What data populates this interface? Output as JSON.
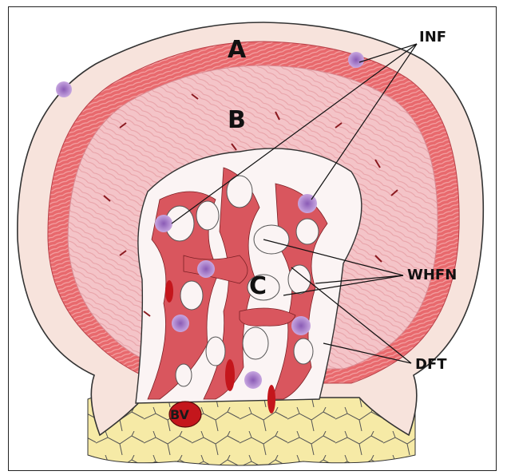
{
  "labels": {
    "a": "A",
    "b": "B",
    "c": "C",
    "inf": "INF",
    "whfn": "WHFN",
    "dft": "DFT",
    "bv": "BV"
  },
  "colors": {
    "epidermis": "#f7e3dc",
    "dermis_band": "#e8696d",
    "stroma": "#f4c4c8",
    "core_strand": "#d9565e",
    "inflammatory_focus": "#9b6fc0",
    "fat": "#f6eaa6",
    "vessel": "#c4161c",
    "cleft": "#fbf4f4"
  },
  "icons": [
    "inflammatory-cell-cluster",
    "blood-vessel",
    "fat-lobule",
    "hair-follicle"
  ]
}
